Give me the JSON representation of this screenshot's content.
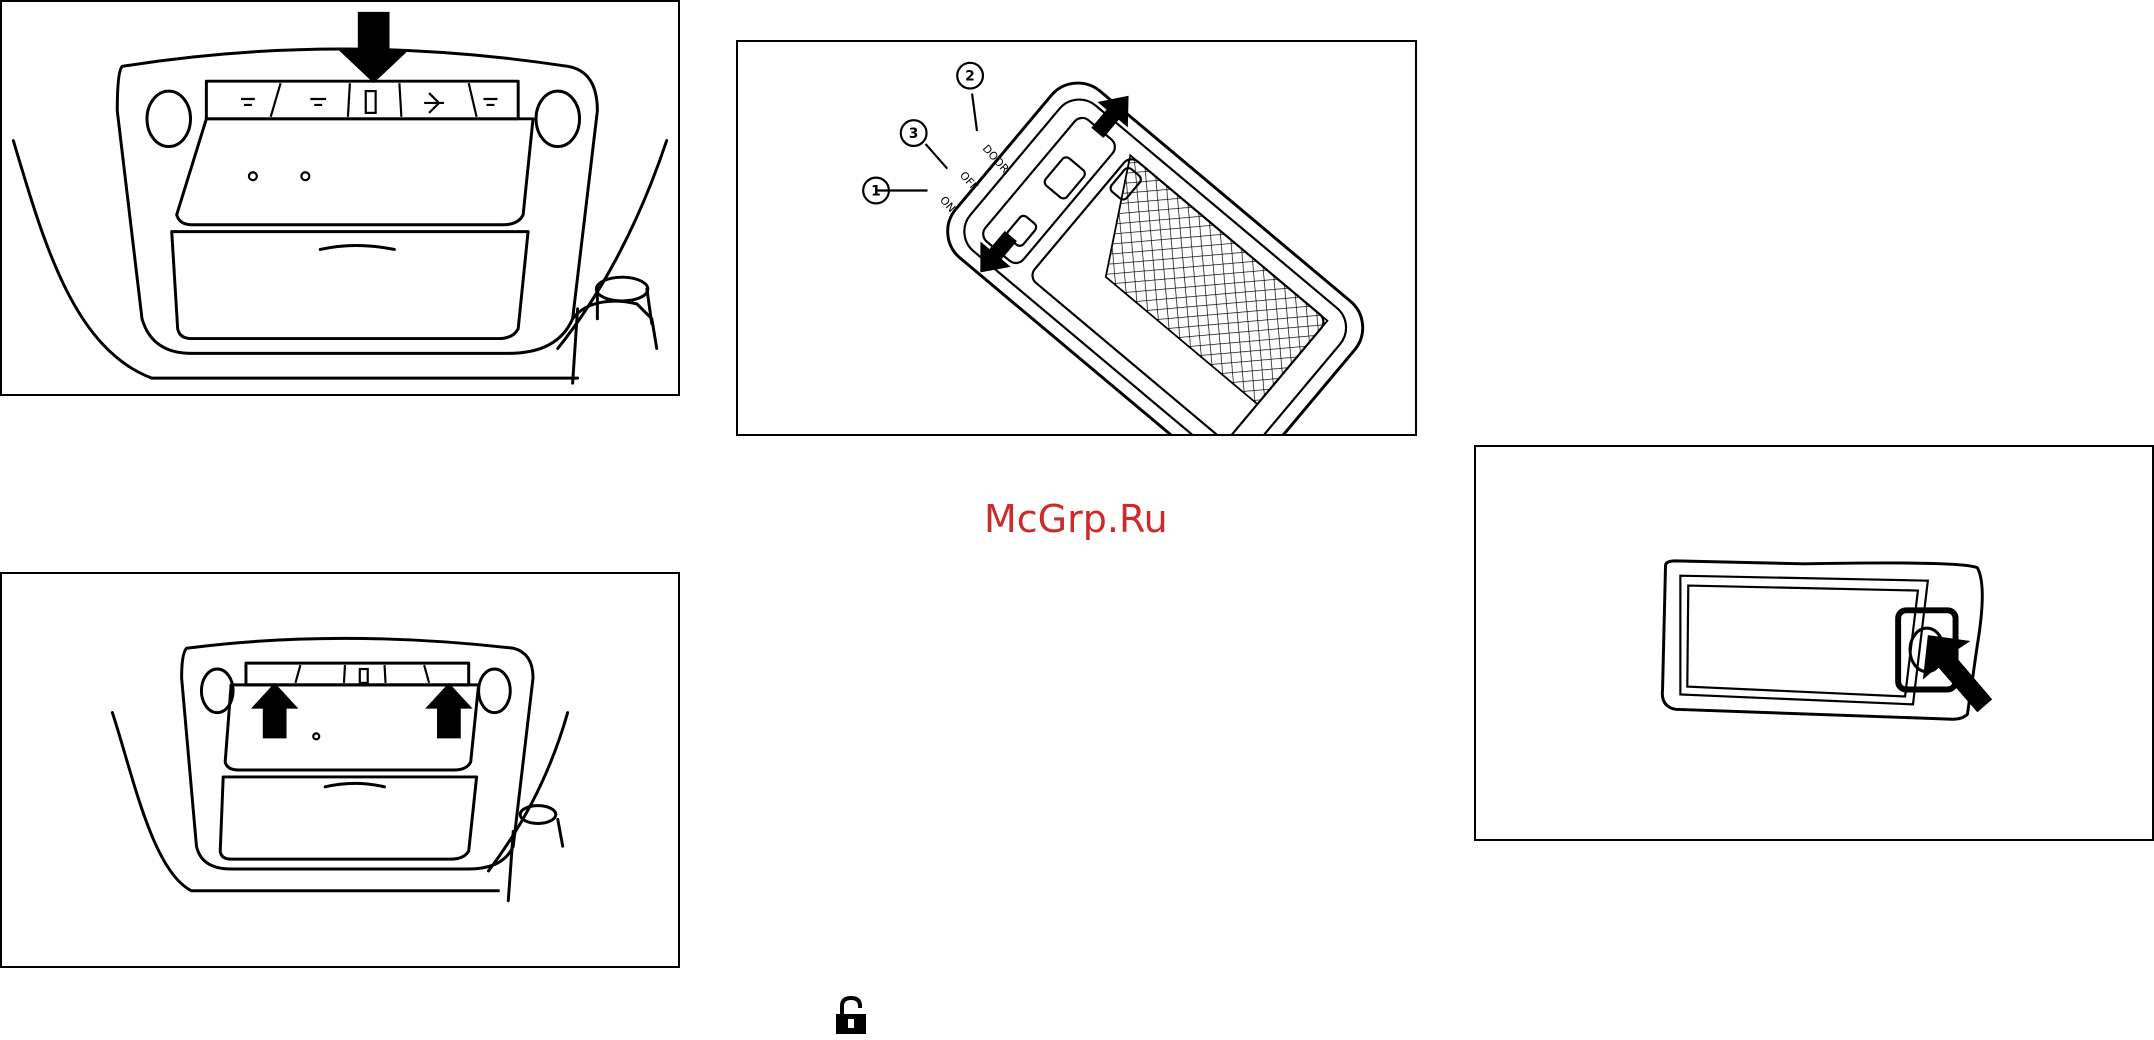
{
  "watermark": {
    "text": "McGrp.Ru",
    "color": "#cc2b2b"
  },
  "figure_map_lights": {
    "callouts": [
      "1",
      "2",
      "3"
    ],
    "switch_labels": [
      "ON",
      "OFF",
      "DOOR"
    ]
  },
  "icons": [
    "down-arrow-icon",
    "up-arrow-icon",
    "diagonal-arrow-icon",
    "unlock-icon"
  ]
}
